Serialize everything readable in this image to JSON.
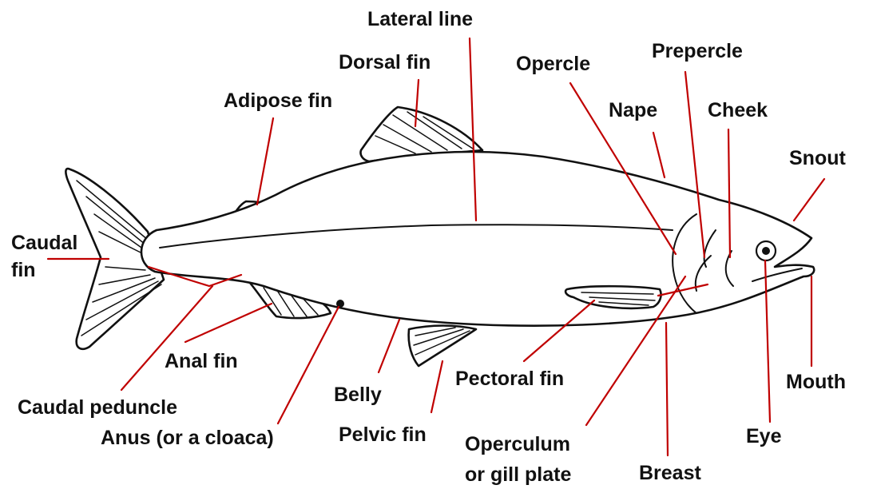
{
  "labels": {
    "lateral_line": "Lateral line",
    "dorsal_fin": "Dorsal fin",
    "adipose_fin": "Adipose fin",
    "opercle": "Opercle",
    "prepercle": "Prepercle",
    "nape": "Nape",
    "cheek": "Cheek",
    "snout": "Snout",
    "caudal_fin_line1": "Caudal",
    "caudal_fin_line2": "fin",
    "anal_fin": "Anal fin",
    "caudal_peduncle": "Caudal peduncle",
    "anus": "Anus (or a cloaca)",
    "belly": "Belly",
    "pelvic_fin": "Pelvic fin",
    "pectoral_fin": "Pectoral fin",
    "operculum_line1": "Operculum",
    "operculum_line2": "or gill plate",
    "breast": "Breast",
    "eye": "Eye",
    "mouth": "Mouth"
  },
  "colors": {
    "leader_line": "#c00000",
    "outline": "#111111",
    "background": "#ffffff"
  }
}
